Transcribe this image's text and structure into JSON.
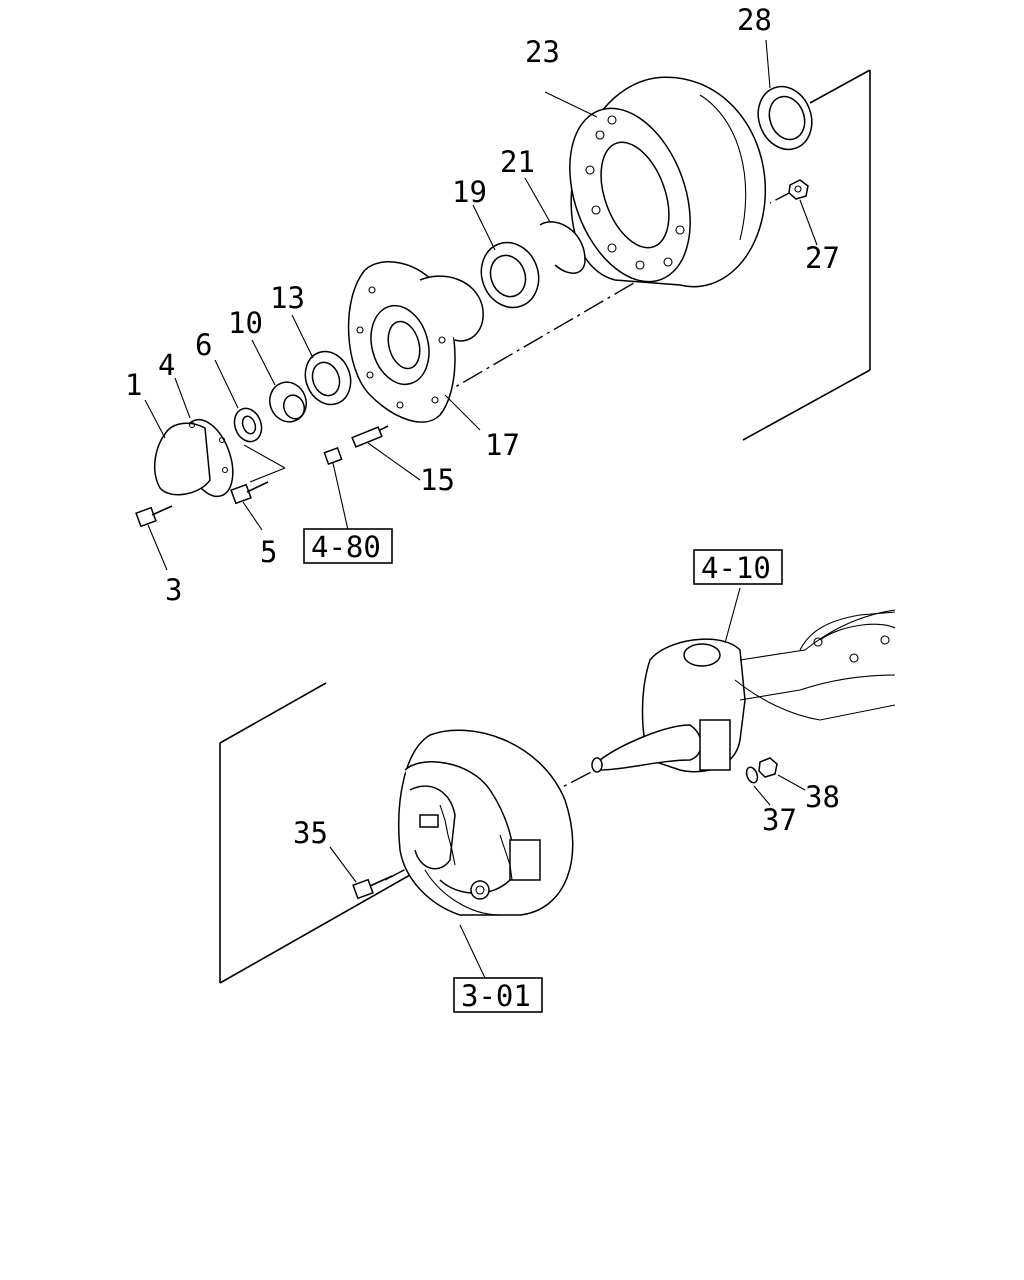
{
  "callouts": {
    "c1": "1",
    "c3": "3",
    "c4": "4",
    "c5": "5",
    "c6": "6",
    "c10": "10",
    "c13": "13",
    "c15": "15",
    "c17": "17",
    "c19": "19",
    "c21": "21",
    "c23": "23",
    "c27": "27",
    "c28": "28",
    "c35": "35",
    "c37": "37",
    "c38": "38"
  },
  "references": {
    "r480": "4-80",
    "r410": "4-10",
    "r301": "3-01"
  }
}
